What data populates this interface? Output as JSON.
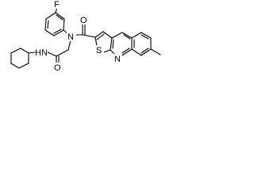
{
  "molecule": {
    "atoms": {
      "fluorine": "F",
      "amide_nitrogen": "N",
      "carbonyl_oxygen_amide": "O",
      "carbonyl_oxygen_ketone": "O",
      "amine_hn": "HN",
      "sulfur": "S",
      "ring_nitrogen": "N"
    }
  }
}
